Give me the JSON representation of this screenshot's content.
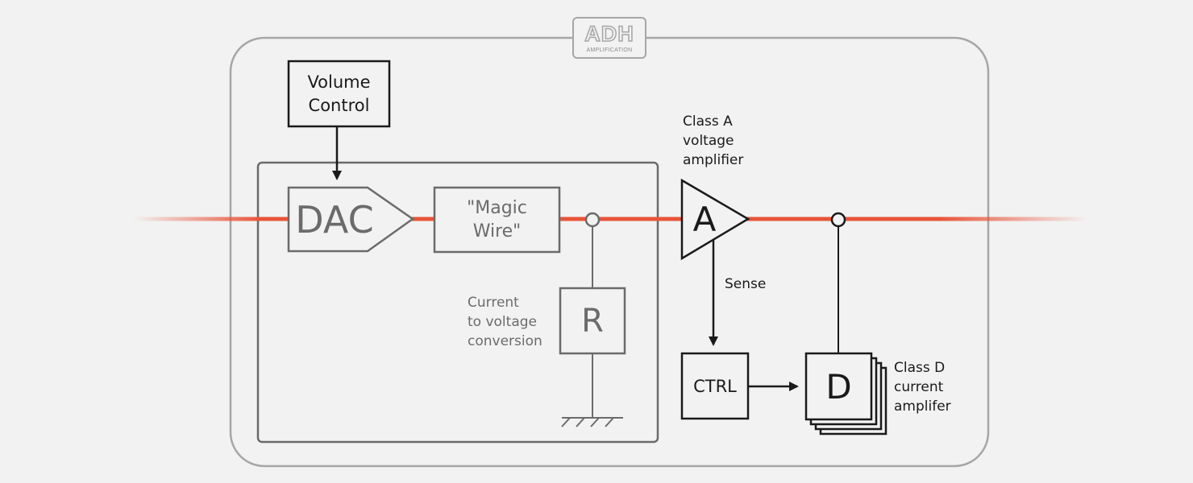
{
  "logo": {
    "text": "ADH",
    "subtext": "AMPLIFICATION"
  },
  "blocks": {
    "volume_control": "Volume\nControl",
    "dac": "DAC",
    "magic_wire": "\"Magic\nWire\"",
    "resistor": "R",
    "class_a": "A",
    "ctrl": "CTRL",
    "class_d": "D"
  },
  "labels": {
    "class_a": "Class A\nvoltage\namplifier",
    "sense": "Sense",
    "current_conversion": "Current\nto voltage\nconversion",
    "class_d": "Class D\ncurrent\namplifer"
  },
  "colors": {
    "signal": "#e8543a",
    "outline_light": "#a6a6a6",
    "outline_mid": "#6b6b6b",
    "outline_dark": "#1a1a1a",
    "background": "#f2f2f2"
  }
}
